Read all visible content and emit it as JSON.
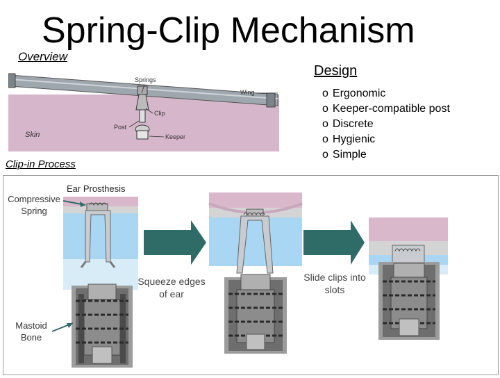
{
  "title": "Spring-Clip Mechanism",
  "overview_label": "Overview",
  "design": {
    "heading": "Design",
    "bullet": "o",
    "items": [
      "Ergonomic",
      "Keeper-compatible post",
      "Discrete",
      "Hygienic",
      "Simple"
    ]
  },
  "overview_diagram": {
    "springs": "Springs",
    "wing": "Wing",
    "clip": "Clip",
    "post": "Post",
    "skin": "Skin",
    "keeper": "Keeper"
  },
  "clip_in_label": "Clip-in Process",
  "process": {
    "ear_prosthesis": "Ear Prosthesis",
    "compressive_spring": "Compressive Spring",
    "mastoid_bone": "Mastoid Bone",
    "step1": "Squeeze edges of ear",
    "step2": "Slide clips into slots"
  },
  "colors": {
    "skin_pink": "#d8b4c8",
    "blue": "#9fd0f0",
    "gray_bone": "#8a8a8a",
    "arrow_teal": "#2f6b67"
  }
}
